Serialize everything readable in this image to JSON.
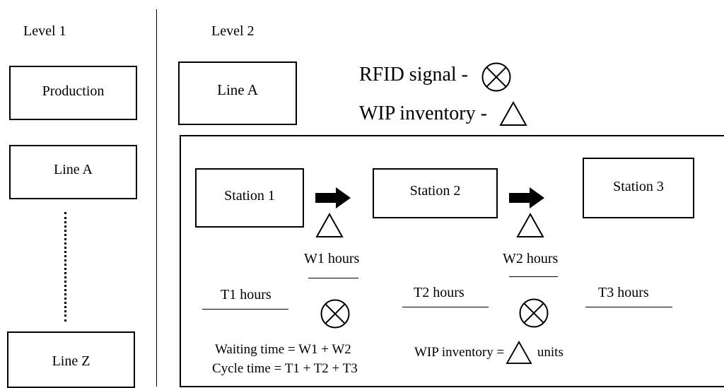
{
  "level1": {
    "heading": "Level 1",
    "boxes": [
      "Production",
      "Line A",
      "Line Z"
    ]
  },
  "level2": {
    "heading": "Level 2",
    "line_box": "Line A",
    "legend": {
      "rfid": "RFID signal - ",
      "wip": "WIP inventory - "
    },
    "stations": [
      "Station 1",
      "Station 2",
      "Station 3"
    ],
    "waits": [
      "W1 hours",
      "W2 hours"
    ],
    "times": [
      "T1 hours",
      "T2 hours",
      "T3 hours"
    ],
    "formulas": {
      "waiting": "Waiting time = W1 + W2",
      "cycle": "Cycle time = T1 + T2 + T3",
      "wip_prefix": "WIP inventory = ",
      "wip_suffix": " units"
    }
  }
}
